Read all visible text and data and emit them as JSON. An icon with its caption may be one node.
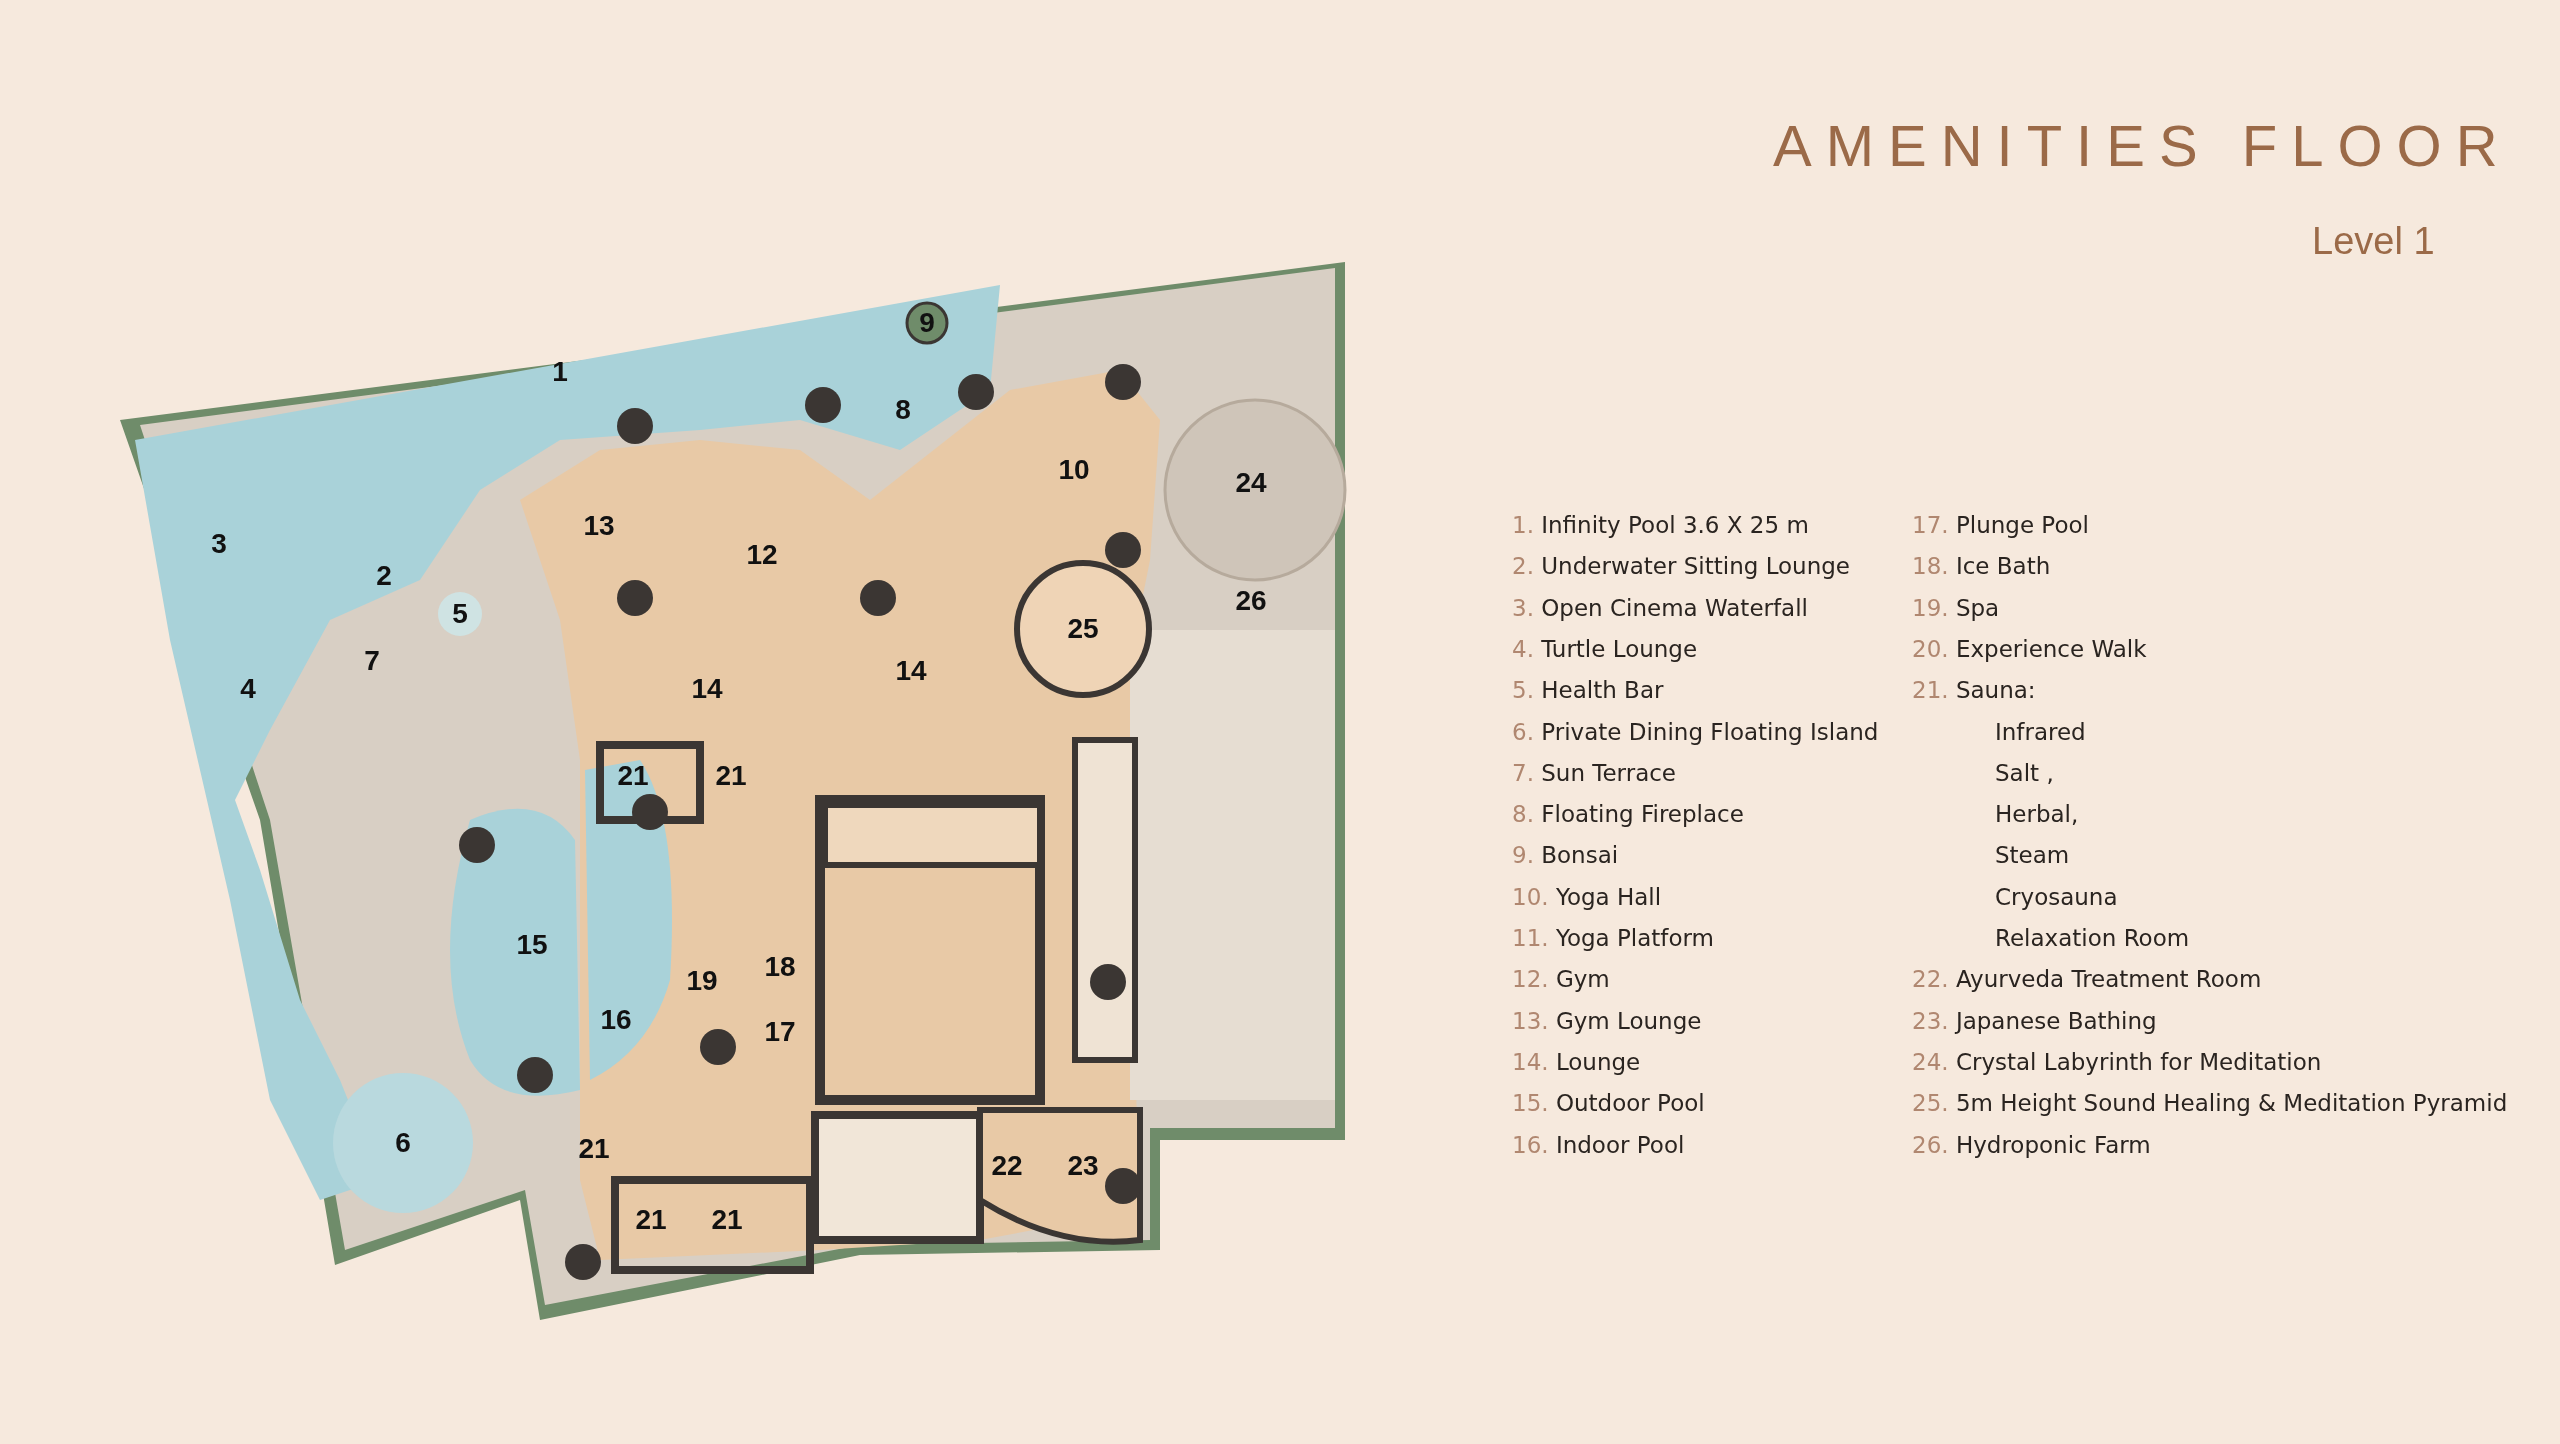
{
  "diagram": {
    "title": "AMENITIES FLOOR",
    "labels": [
      "Level 1",
      "9",
      "1",
      "8",
      "10",
      "24",
      "13",
      "12",
      "3",
      "2",
      "26",
      "25",
      "5",
      "7",
      "14",
      "4",
      "14",
      "21",
      "21",
      "15",
      "19",
      "18",
      "16",
      "17",
      "6",
      "21",
      "22",
      "23",
      "21",
      "21",
      "1. Infinity Pool 3.6 X 25 m",
      "2. Underwater Sitting Lounge",
      "3. Open Cinema Waterfall",
      "4. Turtle Lounge",
      "5. Health Bar",
      "6. Private Dining Floating Island",
      "7. Sun Terrace",
      "8. Floating Fireplace",
      "9. Bonsai",
      "10. Yoga Hall",
      "11. Yoga Platform",
      "12. Gym",
      "13. Gym Lounge",
      "14. Lounge",
      "15. Outdoor Pool",
      "16. Indoor Pool",
      "17. Plunge Pool",
      "18. Ice Bath",
      "19. Spa",
      "20. Experience Walk",
      "21. Sauna:",
      "Infrared",
      "Salt ,",
      "Herbal,",
      "Steam",
      "Cryosauna",
      "Relaxation Room",
      "22. Ayurveda Treatment Room",
      "23. Japanese Bathing",
      "24. Crystal Labyrinth for Meditation",
      "25. 5m Height Sound Healing & Meditation Pyramid",
      "26. Hydroponic Farm"
    ]
  }
}
